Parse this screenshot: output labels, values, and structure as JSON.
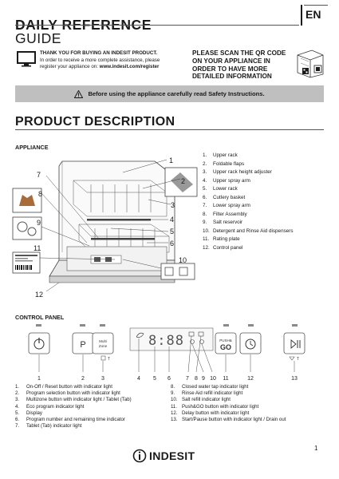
{
  "header": {
    "title_line1": "DAILY REFERENCE",
    "title_line2": "GUIDE",
    "language": "EN"
  },
  "thanks": {
    "bold": "THANK YOU FOR BUYING AN INDESIT PRODUCT.",
    "line2": "In order to receive a more complete assistance, please",
    "line3_prefix": "register your appliance on: ",
    "url": "www.indesit.com/register"
  },
  "scan_notice": "PLEASE SCAN THE QR CODE ON YOUR APPLIANCE IN ORDER TO HAVE MORE DETAILED INFORMATION",
  "safety_banner": "Before using the appliance carefully read Safety Instructions.",
  "product_description_title": "PRODUCT DESCRIPTION",
  "appliance": {
    "title": "APPLIANCE",
    "callouts": [
      "1",
      "2",
      "3",
      "4",
      "5",
      "6",
      "7",
      "8",
      "9",
      "10",
      "11",
      "12"
    ],
    "parts": [
      {
        "num": "1.",
        "label": "Upper rack"
      },
      {
        "num": "2.",
        "label": "Foldable flaps"
      },
      {
        "num": "3.",
        "label": "Upper rack height adjuster"
      },
      {
        "num": "4.",
        "label": "Upper spray arm"
      },
      {
        "num": "5.",
        "label": "Lower rack"
      },
      {
        "num": "6.",
        "label": "Cutlery basket"
      },
      {
        "num": "7.",
        "label": "Lower spray arm"
      },
      {
        "num": "8.",
        "label": "Filter Assembly"
      },
      {
        "num": "9.",
        "label": "Salt reservoir"
      },
      {
        "num": "10.",
        "label": "Detergent and Rinse Aid dispensers"
      },
      {
        "num": "11.",
        "label": "Rating plate"
      },
      {
        "num": "12.",
        "label": "Control panel"
      }
    ]
  },
  "control_panel": {
    "title": "CONTROL PANEL",
    "button_p": "P",
    "button_multi_line1": "Multi",
    "button_multi_line2": "Zone",
    "tab_label": "T",
    "display_digits": "8:88",
    "pushgo_line1": "PUSH&",
    "pushgo_line2": "GO",
    "drain_label": "T",
    "callouts": [
      "1",
      "2",
      "3",
      "4",
      "5",
      "6",
      "7",
      "8",
      "9",
      "10",
      "11",
      "12",
      "13"
    ],
    "items_left": [
      {
        "num": "1.",
        "label": "On-Off / Reset button with indicator light"
      },
      {
        "num": "2.",
        "label": "Program selection button with indicator light"
      },
      {
        "num": "3.",
        "label": "Multizone button with indicator light / Tablet (Tab)"
      },
      {
        "num": "4.",
        "label": "Eco program indicator light"
      },
      {
        "num": "5.",
        "label": "Display"
      },
      {
        "num": "6.",
        "label": "Program number and remaining time indicator"
      },
      {
        "num": "7.",
        "label": "Tablet (Tab) indicator light"
      }
    ],
    "items_right": [
      {
        "num": "8.",
        "label": "Closed water tap indicator light"
      },
      {
        "num": "9.",
        "label": "Rinse Aid refill indicator light"
      },
      {
        "num": "10.",
        "label": "Salt refill indicator light"
      },
      {
        "num": "11.",
        "label": "Push&GO button with indicator light"
      },
      {
        "num": "12.",
        "label": "Delay button with indicator light"
      },
      {
        "num": "13.",
        "label": "Start/Pause button with indicator light / Drain out"
      }
    ]
  },
  "footer": {
    "brand": "INDESIT",
    "page_number": "1"
  },
  "colors": {
    "banner_gray": "#bfbfbf",
    "text": "#1a1a1a"
  }
}
